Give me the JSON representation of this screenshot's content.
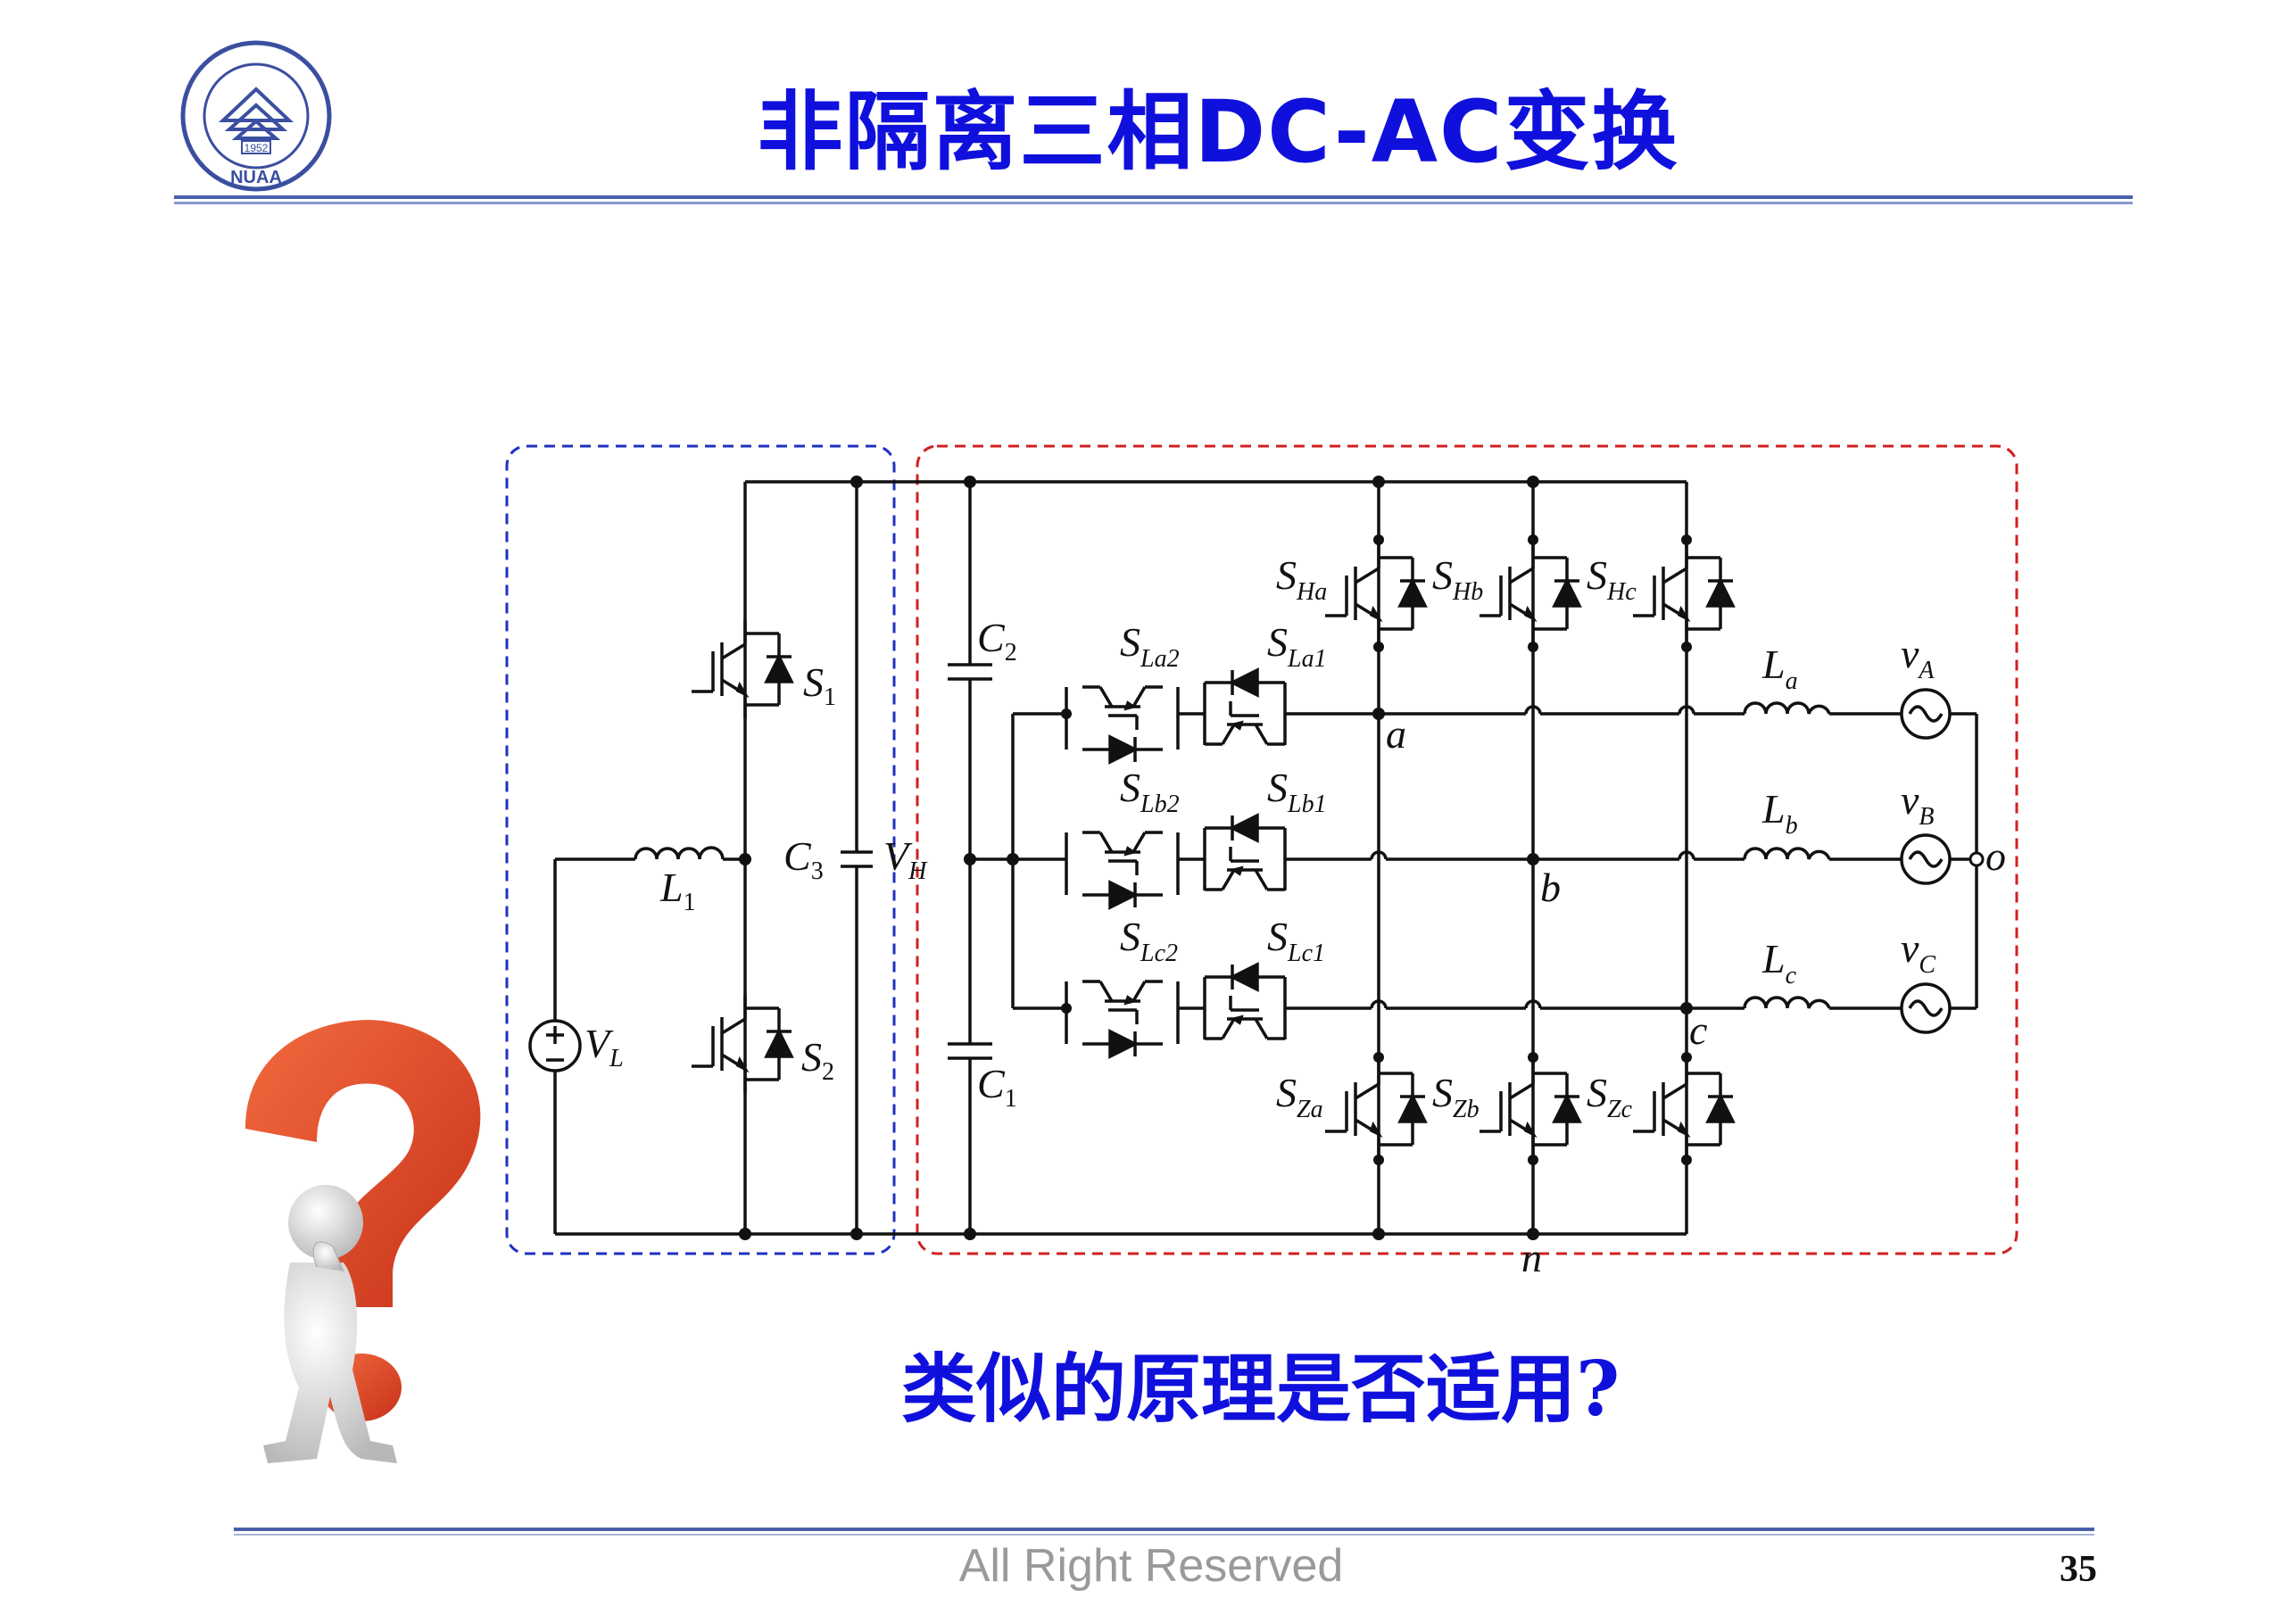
{
  "header": {
    "title": "非隔离三相DC-AC变换",
    "logo_text": "NUAA",
    "logo_year": "1952"
  },
  "question": "类似的原理是否适用?",
  "footer": {
    "copyright": "All Right Reserved",
    "page_number": "35"
  },
  "colors": {
    "title": "#1010dd",
    "boost_box": "#2030c0",
    "inverter_box": "#d02020",
    "question_mark": "#e84a2a",
    "rule": "#4a5fa8"
  },
  "icons": {
    "logo": "university-seal-icon",
    "figure": "thinking-person-question-mark-icon"
  },
  "circuit": {
    "components": {
      "S1": "S1",
      "S2": "S2",
      "L1": "L1",
      "C3": "C3",
      "VH": "VH",
      "VL": "VL",
      "C1": "C1",
      "C2": "C2",
      "SHa": "SHa",
      "SHb": "SHb",
      "SHc": "SHc",
      "SZa": "SZa",
      "SZb": "SZb",
      "SZc": "SZc",
      "SLa1": "SLa1",
      "SLa2": "SLa2",
      "SLb1": "SLb1",
      "SLb2": "SLb2",
      "SLc1": "SLc1",
      "SLc2": "SLc2",
      "La": "La",
      "Lb": "Lb",
      "Lc": "Lc",
      "vA": "vA",
      "vB": "vB",
      "vC": "vC"
    },
    "nodes": [
      "a",
      "b",
      "c",
      "n",
      "o"
    ]
  }
}
